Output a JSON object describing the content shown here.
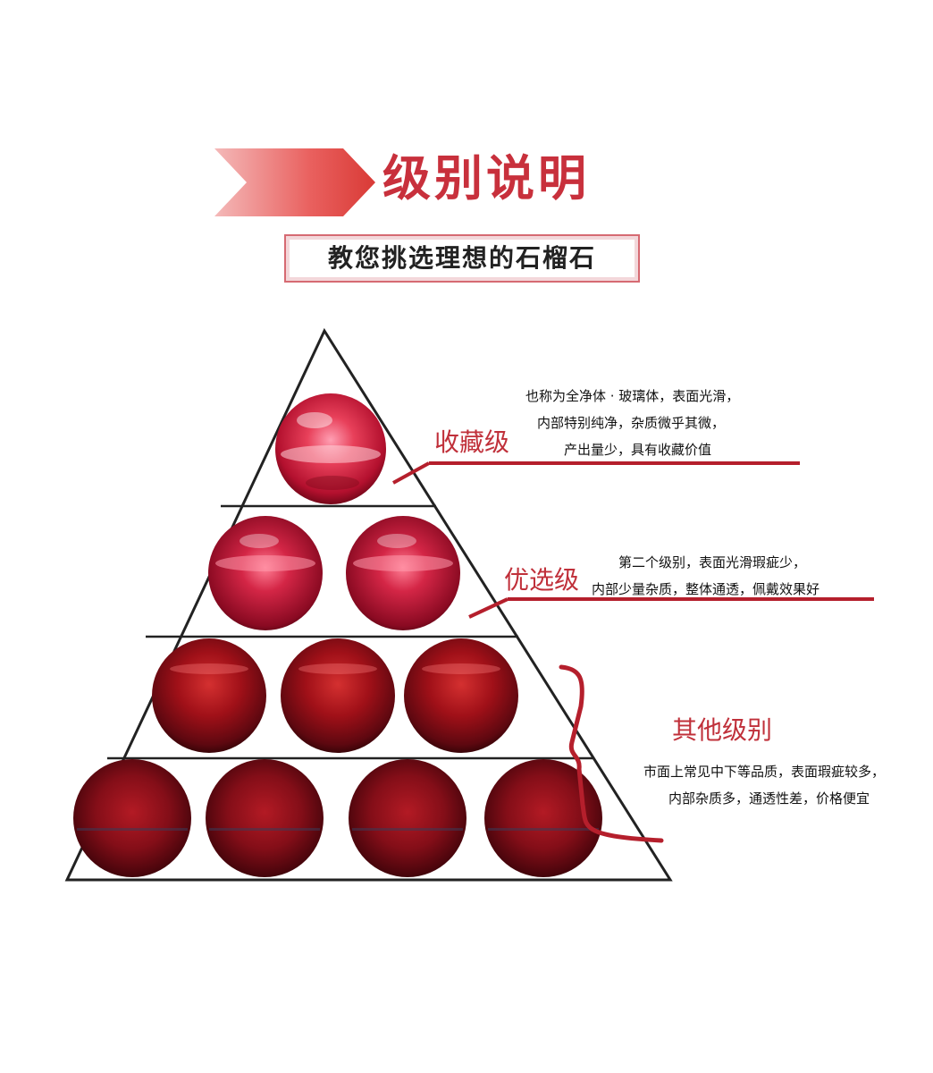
{
  "header": {
    "title": "级别说明",
    "subtitle": "教您挑选理想的石榴石"
  },
  "colors": {
    "accent": "#c8303c",
    "underline": "#b51f2c",
    "gem_light": "#e8405a",
    "gem_dark": "#7a0a18"
  },
  "grades": [
    {
      "label": "收藏级",
      "lines": [
        "也称为全净体 · 玻璃体，表面光滑，",
        "内部特别纯净，杂质微乎其微，",
        "产出量少，具有收藏价值"
      ]
    },
    {
      "label": "优选级",
      "lines": [
        "第二个级别，表面光滑瑕疵少，",
        "内部少量杂质，整体通透，佩戴效果好"
      ]
    },
    {
      "label": "其他级别",
      "lines": [
        "市面上常见中下等品质，表面瑕疵较多，",
        "内部杂质多，通透性差，价格便宜"
      ]
    }
  ],
  "pyramid": {
    "tiers": [
      {
        "gem_count": 1,
        "quality": "collector"
      },
      {
        "gem_count": 2,
        "quality": "premium"
      },
      {
        "gem_count": 3,
        "quality": "other"
      },
      {
        "gem_count": 4,
        "quality": "other"
      }
    ]
  }
}
